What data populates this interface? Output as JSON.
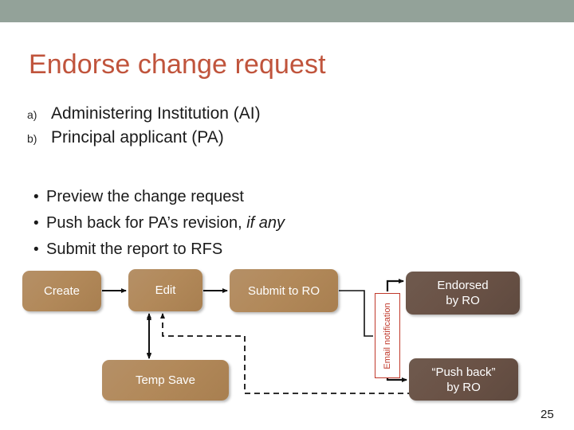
{
  "slide": {
    "title": "Endorse change request",
    "page_number": "25",
    "top_band_color": "#93a299",
    "title_color": "#c0543c"
  },
  "lettered_list": [
    {
      "marker": "a)",
      "text": "Administering Institution (AI)"
    },
    {
      "marker": "b)",
      "text": "Principal applicant (PA)"
    }
  ],
  "bullets": [
    {
      "marker": "•",
      "text": "Preview the change request",
      "italic_tail": ""
    },
    {
      "marker": "•",
      "text": "Push back for PA’s revision, ",
      "italic_tail": "if any"
    },
    {
      "marker": "•",
      "text": "Submit the report to RFS",
      "italic_tail": ""
    }
  ],
  "flow": {
    "tan_color": "#b2895a",
    "brown_color": "#6a5246",
    "accent_red": "#c0392b",
    "boxes": {
      "create": "Create",
      "edit": "Edit",
      "submit_to_ro": "Submit to RO",
      "temp_save": "Temp Save",
      "endorsed_by_ro": "Endorsed\nby RO",
      "endorsed_by_ro_line1": "Endorsed",
      "endorsed_by_ro_line2": "by RO",
      "push_back_by_ro_line1": "“Push back”",
      "push_back_by_ro_line2": "by RO"
    },
    "email_notification_label": "Email notification"
  }
}
